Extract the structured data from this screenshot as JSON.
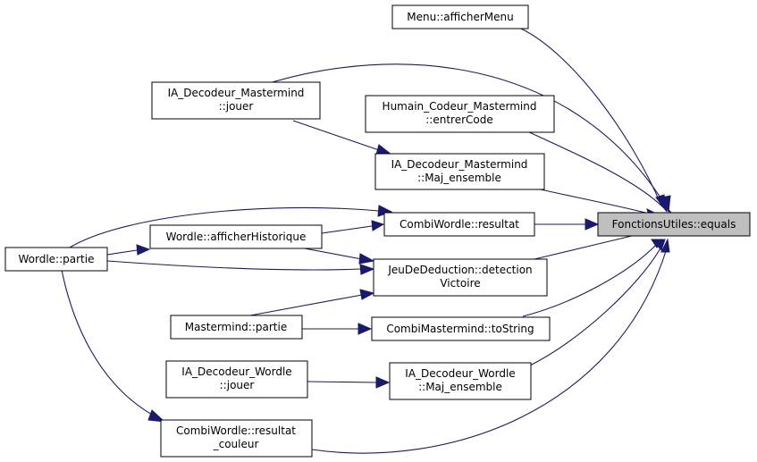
{
  "graph": {
    "edge_color": "#191970",
    "root_fill": "#bfbfbf",
    "nodes": {
      "root": [
        "FonctionsUtiles::equals"
      ],
      "menu_afficher": [
        "Menu::afficherMenu"
      ],
      "ia_mm_jouer": [
        "IA_Decodeur_Mastermind",
        "::jouer"
      ],
      "humain_entrer": [
        "Humain_Codeur_Mastermind",
        "::entrerCode"
      ],
      "ia_mm_maj": [
        "IA_Decodeur_Mastermind",
        "::Maj_ensemble"
      ],
      "cw_resultat": [
        "CombiWordle::resultat"
      ],
      "wordle_historique": [
        "Wordle::afficherHistorique"
      ],
      "wordle_partie": [
        "Wordle::partie"
      ],
      "jeu_detection": [
        "JeuDeDeduction::detection",
        "Victoire"
      ],
      "mm_partie": [
        "Mastermind::partie"
      ],
      "cm_tostring": [
        "CombiMastermind::toString"
      ],
      "ia_w_jouer": [
        "IA_Decodeur_Wordle",
        "::jouer"
      ],
      "ia_w_maj": [
        "IA_Decodeur_Wordle",
        "::Maj_ensemble"
      ],
      "cw_couleur": [
        "CombiWordle::resultat",
        "_couleur"
      ]
    }
  }
}
